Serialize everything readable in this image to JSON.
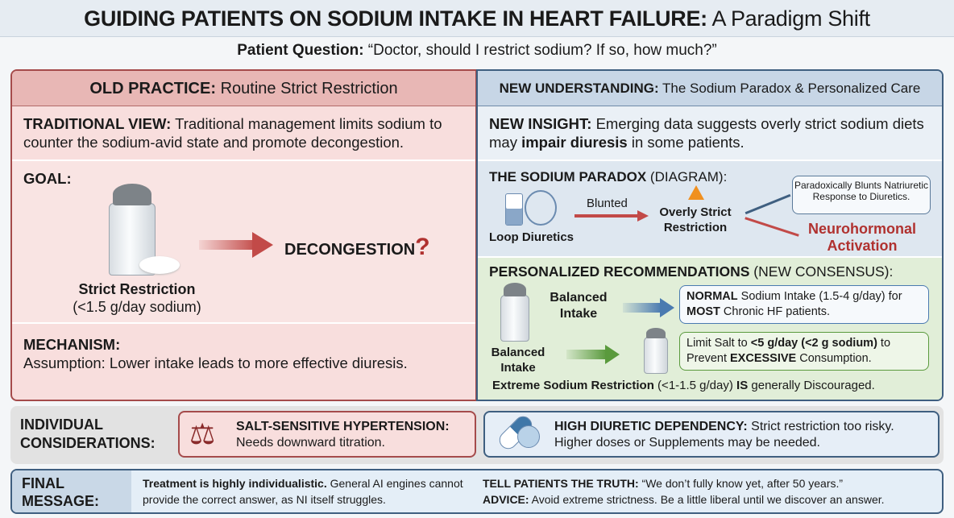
{
  "title": {
    "bold": "GUIDING PATIENTS ON SODIUM INTAKE IN HEART FAILURE:",
    "rest": " A Paradigm Shift"
  },
  "question": {
    "label": "Patient Question:",
    "text": " “Doctor, should I restrict sodium? If so, how much?”"
  },
  "old": {
    "header_bold": "OLD PRACTICE:",
    "header_rest": " Routine Strict Restriction",
    "traditional_label": "TRADITIONAL VIEW:",
    "traditional_text": " Traditional management limits sodium to counter the sodium-avid state and promote decongestion.",
    "goal_label": "GOAL:",
    "shaker_label": "Strict Restriction",
    "shaker_sub": "(<1.5 g/day sodium)",
    "goal_result": "DECONGESTION",
    "goal_mark": "?",
    "mechanism_label": "MECHANISM:",
    "mechanism_text": "Assumption: Lower intake leads to more effective diuresis."
  },
  "new": {
    "header_bold": "NEW UNDERSTANDING:",
    "header_rest": " The Sodium Paradox & Personalized Care",
    "insight_label": "NEW INSIGHT:",
    "insight_text1": " Emerging data suggests overly strict sodium diets may ",
    "insight_bold": "impair diuresis",
    "insight_text2": " in some patients.",
    "paradox_label": "THE SODIUM PARADOX",
    "paradox_sub": " (DIAGRAM):",
    "loop": "Loop Diuretics",
    "blunted": "Blunted",
    "overly": "Overly Strict Restriction",
    "blunts": "Paradoxically Blunts Natriuretic Response to Diuretics.",
    "neuro": "Neurohormonal Activation",
    "rec_label": "PERSONALIZED RECOMMENDATIONS",
    "rec_sub": " (NEW CONSENSUS):",
    "balanced1": "Balanced Intake",
    "balanced2": "Balanced Intake",
    "normal_b": "NORMAL",
    "normal_t": " Sodium Intake (1.5-4 g/day) for ",
    "normal_b2": "MOST",
    "normal_t2": " Chronic HF patients.",
    "limit_t": "Limit Salt to ",
    "limit_b": "<5 g/day (<2 g sodium)",
    "limit_t2": " to Prevent ",
    "limit_b2": "EXCESSIVE",
    "limit_t3": " Consumption.",
    "extreme_b": "Extreme Sodium Restriction",
    "extreme_t": " (<1-1.5 g/day) ",
    "extreme_b2": "IS",
    "extreme_t2": " generally Discouraged."
  },
  "individual": {
    "label": "INDIVIDUAL CONSIDERATIONS:",
    "salt_label": "SALT-SENSITIVE HYPERTENSION:",
    "salt_text": "Needs downward titration.",
    "diuretic_label": "HIGH DIURETIC DEPENDENCY:",
    "diuretic_text": " Strict restriction too risky. Higher doses or Supplements may be needed."
  },
  "final": {
    "label": "FINAL MESSAGE:",
    "t_bold": "Treatment is highly individualistic.",
    "t_text": " General AI engines cannot provide the correct answer, as NI itself struggles.",
    "truth_label": "TELL PATIENTS THE TRUTH:",
    "truth_text": " “We don’t fully know yet, after 50 years.”",
    "advice_label": "ADVICE:",
    "advice_text": " Avoid extreme strictness. Be a little liberal until we discover an answer."
  },
  "colors": {
    "red": "#b0312f",
    "blue": "#3f5f80",
    "green": "#5a9a3d"
  }
}
